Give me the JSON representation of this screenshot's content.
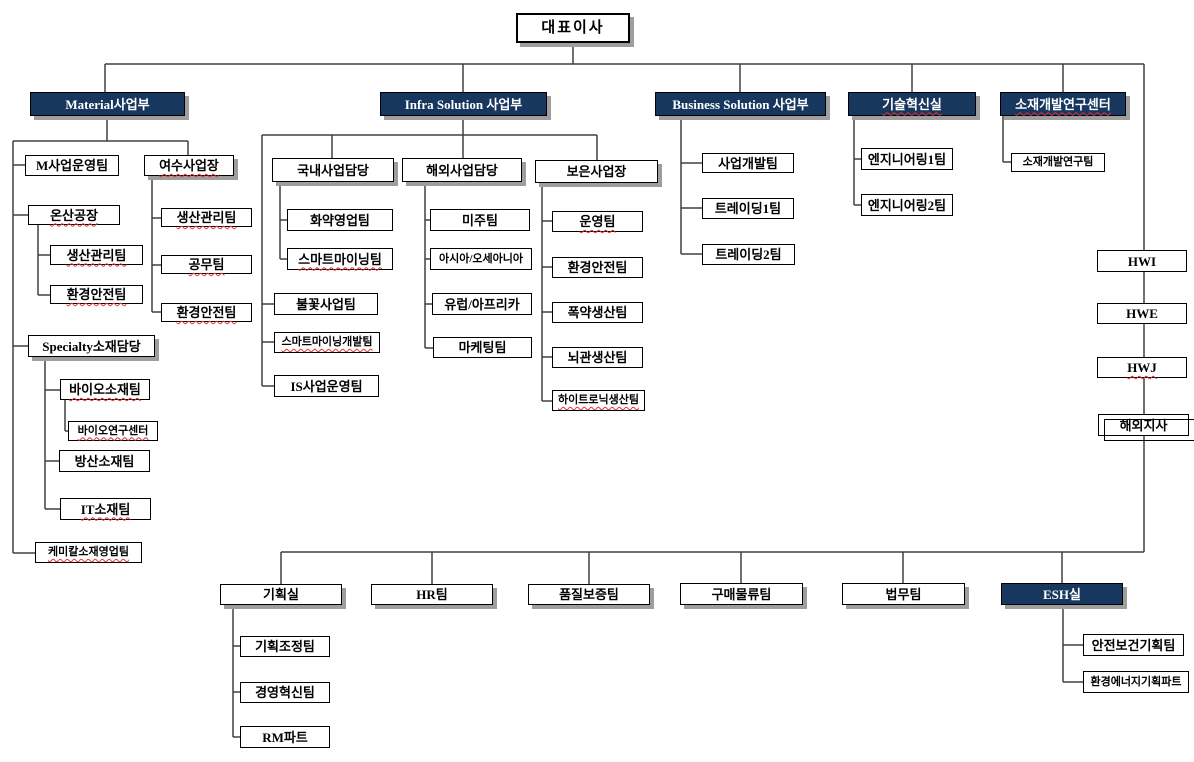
{
  "org": {
    "ceo": "대표이사",
    "material": {
      "label": "Material사업부",
      "m_ops": "M사업운영팀",
      "onsan": {
        "label": "온산공장",
        "prod": "생산관리팀",
        "env": "환경안전팀"
      },
      "yeosu": {
        "label": "여수사업장",
        "prod": "생산관리팀",
        "eng": "공무팀",
        "env": "환경안전팀"
      },
      "specialty": {
        "label": "Specialty소재담당",
        "bio": "바이오소재팀",
        "bio_center": "바이오연구센터",
        "defense": "방산소재팀",
        "it": "IT소재팀"
      },
      "chem_sales": "케미칼소재영업팀"
    },
    "infra": {
      "label": "Infra Solution 사업부",
      "domestic": {
        "label": "국내사업담당",
        "explosives_sales": "화약영업팀",
        "smart_mining": "스마트마이닝팀"
      },
      "direct": {
        "fireworks": "불꽃사업팀",
        "smart_mining_dev": "스마트마이닝개발팀",
        "is_ops": "IS사업운영팀"
      },
      "overseas": {
        "label": "해외사업담당",
        "americas": "미주팀",
        "asia_oceania": "아시아/오세아니아",
        "europe_africa": "유럽/아프리카",
        "marketing": "마케팅팀"
      },
      "boeun": {
        "label": "보은사업장",
        "ops": "운영팀",
        "env": "환경안전팀",
        "explosive_prod": "폭약생산팀",
        "detonator_prod": "뇌관생산팀",
        "hitronic_prod": "하이트로닉생산팀"
      }
    },
    "business": {
      "label": "Business Solution 사업부",
      "bizdev": "사업개발팀",
      "trading1": "트레이딩1팀",
      "trading2": "트레이딩2팀"
    },
    "tech": {
      "label": "기술혁신실",
      "eng1": "엔지니어링1팀",
      "eng2": "엔지니어링2팀"
    },
    "rnd_center": {
      "label": "소재개발연구센터",
      "rnd_team": "소재개발연구팀"
    },
    "global": {
      "hwi": "HWI",
      "hwe": "HWE",
      "hwj": "HWJ",
      "overseas_branch": "해외지사"
    },
    "staff": {
      "planning": {
        "label": "기획실",
        "coord": "기획조정팀",
        "innovation": "경영혁신팀",
        "rm": "RM파트"
      },
      "hr": "HR팀",
      "qa": "품질보증팀",
      "purchasing": "구매물류팀",
      "legal": "법무팀",
      "esh": {
        "label": "ESH실",
        "safety": "안전보건기획팀",
        "env_energy": "환경에너지기획파트"
      }
    }
  },
  "colors": {
    "header_fill": "#17375E",
    "header_text": "#FFFFFF",
    "box_fill": "#FFFFFF",
    "box_border": "#000000",
    "line": "#404040",
    "shadow": "#9E9E9E",
    "spellcheck_underline": "#E03232"
  }
}
